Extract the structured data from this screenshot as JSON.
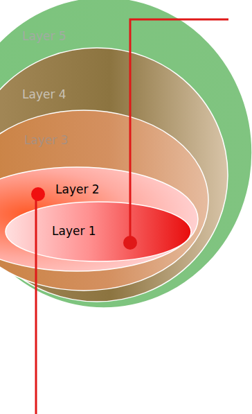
{
  "diagram": {
    "nodes": [
      {
        "text": [
          "Layer 5"
        ]
      },
      {
        "text": [
          "Layer 4"
        ],
        "in": 0
      },
      {
        "text": [
          "Layer 3"
        ],
        "in": 1
      },
      {
        "text": [
          "Layer 2"
        ],
        "in": 2
      },
      {
        "text": [
          "Layer 1"
        ],
        "in": 3
      }
    ]
  }
}
